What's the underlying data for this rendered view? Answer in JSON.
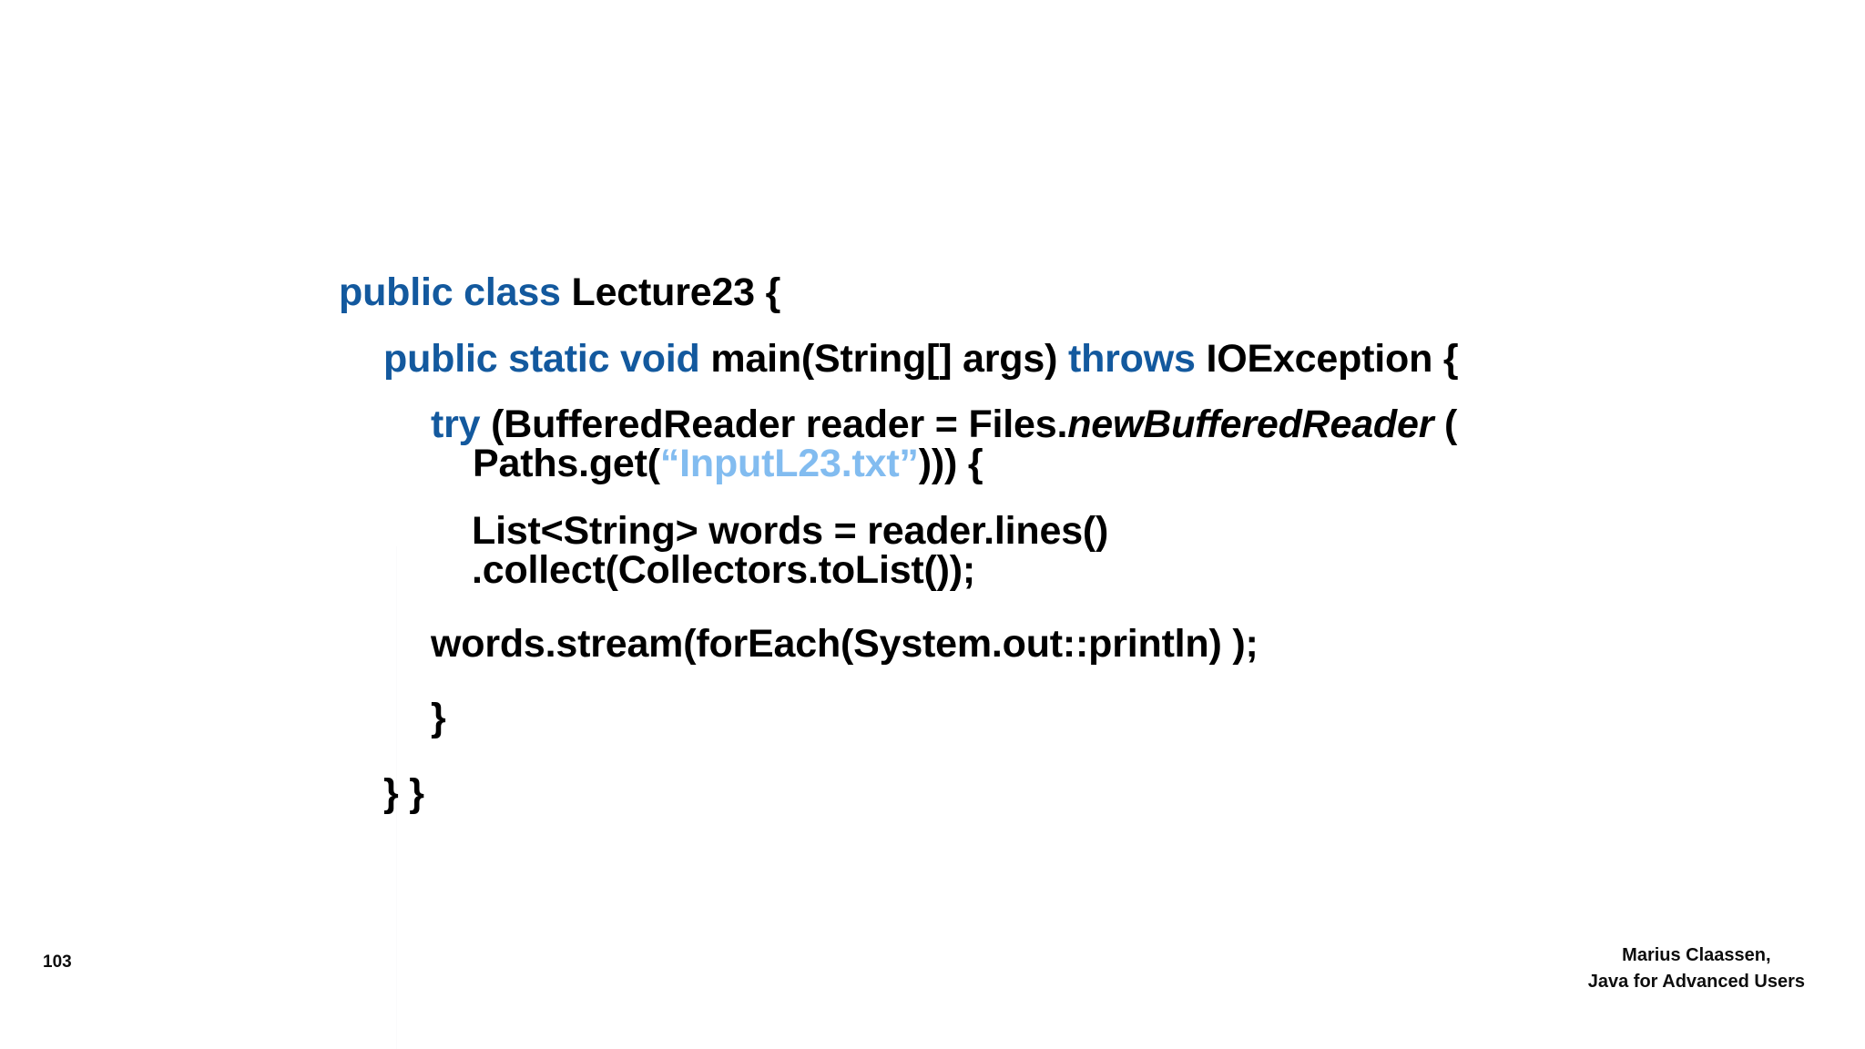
{
  "slide": {
    "page_number": "103",
    "footer": {
      "line1": "Marius Claassen,",
      "line2": "Java for Advanced Users"
    },
    "colors": {
      "keyword_blue": "#13599e",
      "string_blue": "#82bcf0",
      "text_black": "#000000",
      "background": "#ffffff"
    }
  },
  "code": {
    "language": "java",
    "lines": [
      {
        "id": "class-declaration",
        "indent": 0,
        "tokens": [
          {
            "text": "public class ",
            "style": "keyword"
          },
          {
            "text": "Lecture23 {",
            "style": "plain"
          }
        ]
      },
      {
        "id": "main-method",
        "indent": 1,
        "tokens": [
          {
            "text": "public static void ",
            "style": "keyword"
          },
          {
            "text": "main(String[] args) ",
            "style": "plain"
          },
          {
            "text": "throws ",
            "style": "keyword"
          },
          {
            "text": "IOException {",
            "style": "plain"
          }
        ]
      },
      {
        "id": "try-with-resources",
        "indent": 2,
        "tokens": [
          {
            "text": "try ",
            "style": "keyword"
          },
          {
            "text": "(BufferedReader reader = Files.",
            "style": "plain"
          },
          {
            "text": "newBufferedReader",
            "style": "italic"
          },
          {
            "text": " (",
            "style": "plain"
          }
        ],
        "continuation": [
          {
            "text": "Paths.get(",
            "style": "plain"
          },
          {
            "text": "“InputL23.txt”",
            "style": "string"
          },
          {
            "text": "))) {",
            "style": "plain"
          }
        ]
      },
      {
        "id": "words-declaration",
        "indent": 3,
        "tokens": [
          {
            "text": "List<String> words = reader.lines()",
            "style": "plain"
          }
        ],
        "continuation": [
          {
            "text": ".collect(Collectors.toList());",
            "style": "plain"
          }
        ]
      },
      {
        "id": "stream-foreach",
        "indent": 2,
        "tokens": [
          {
            "text": "words.stream(forEach(System.out::println) );",
            "style": "plain"
          }
        ]
      },
      {
        "id": "close-try",
        "indent": 2,
        "tokens": [
          {
            "text": "}",
            "style": "plain"
          }
        ]
      },
      {
        "id": "close-method-and-class",
        "indent": 1,
        "tokens": [
          {
            "text": "} }",
            "style": "plain"
          }
        ]
      }
    ],
    "text": {
      "l1_kw": "public class ",
      "l1_rest": "Lecture23 {",
      "l2_kw1": "public static void ",
      "l2_mid": "main(String[] args) ",
      "l2_kw2": "throws ",
      "l2_rest": "IOException {",
      "l3_kw": "try ",
      "l3_mid": "(BufferedReader reader = Files.",
      "l3_italic": "newBufferedReader",
      "l3_paren": " (",
      "l3b_pre": "Paths.get(",
      "l3b_str": "“InputL23.txt”",
      "l3b_post": "))) {",
      "l4a": "List<String> words = reader.lines()",
      "l4b": ".collect(Collectors.toList());",
      "l5": "words.stream(forEach(System.out::println) );",
      "l6": "}",
      "l7": "} }"
    }
  }
}
